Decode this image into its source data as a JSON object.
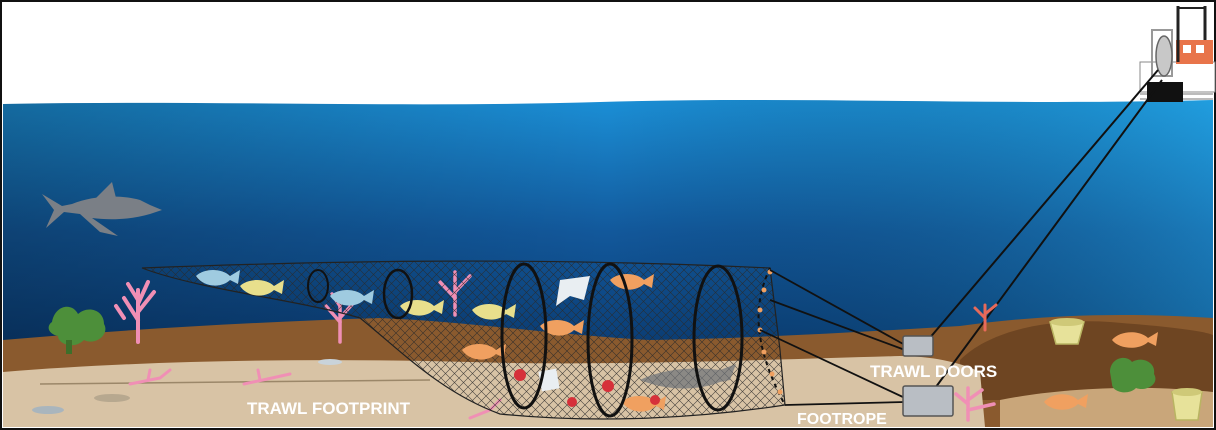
{
  "labels": {
    "trawl_footprint": "TRAWL FOOTPRINT",
    "trawl_doors": "TRAWL DOORS",
    "footrope": "FOOTROPE"
  },
  "colors": {
    "sky": "#ffffff",
    "water_top": "#1aa3e0",
    "water_bottom": "#0b3f78",
    "seabed_dark": "#8a5a2e",
    "seabed_light": "#d8c3a5",
    "net": "#333333",
    "shark": "#7a7f86",
    "coral_pink": "#f08fb5",
    "fish_orange": "#f0a060",
    "fish_yellow": "#e8df8c",
    "fish_blue": "#9fcbe0"
  },
  "icons": [
    "boat-icon",
    "shark-icon",
    "fish-icon",
    "coral-icon",
    "sponge-icon",
    "crab-icon",
    "trawl-net-icon",
    "trawl-door-icon"
  ]
}
